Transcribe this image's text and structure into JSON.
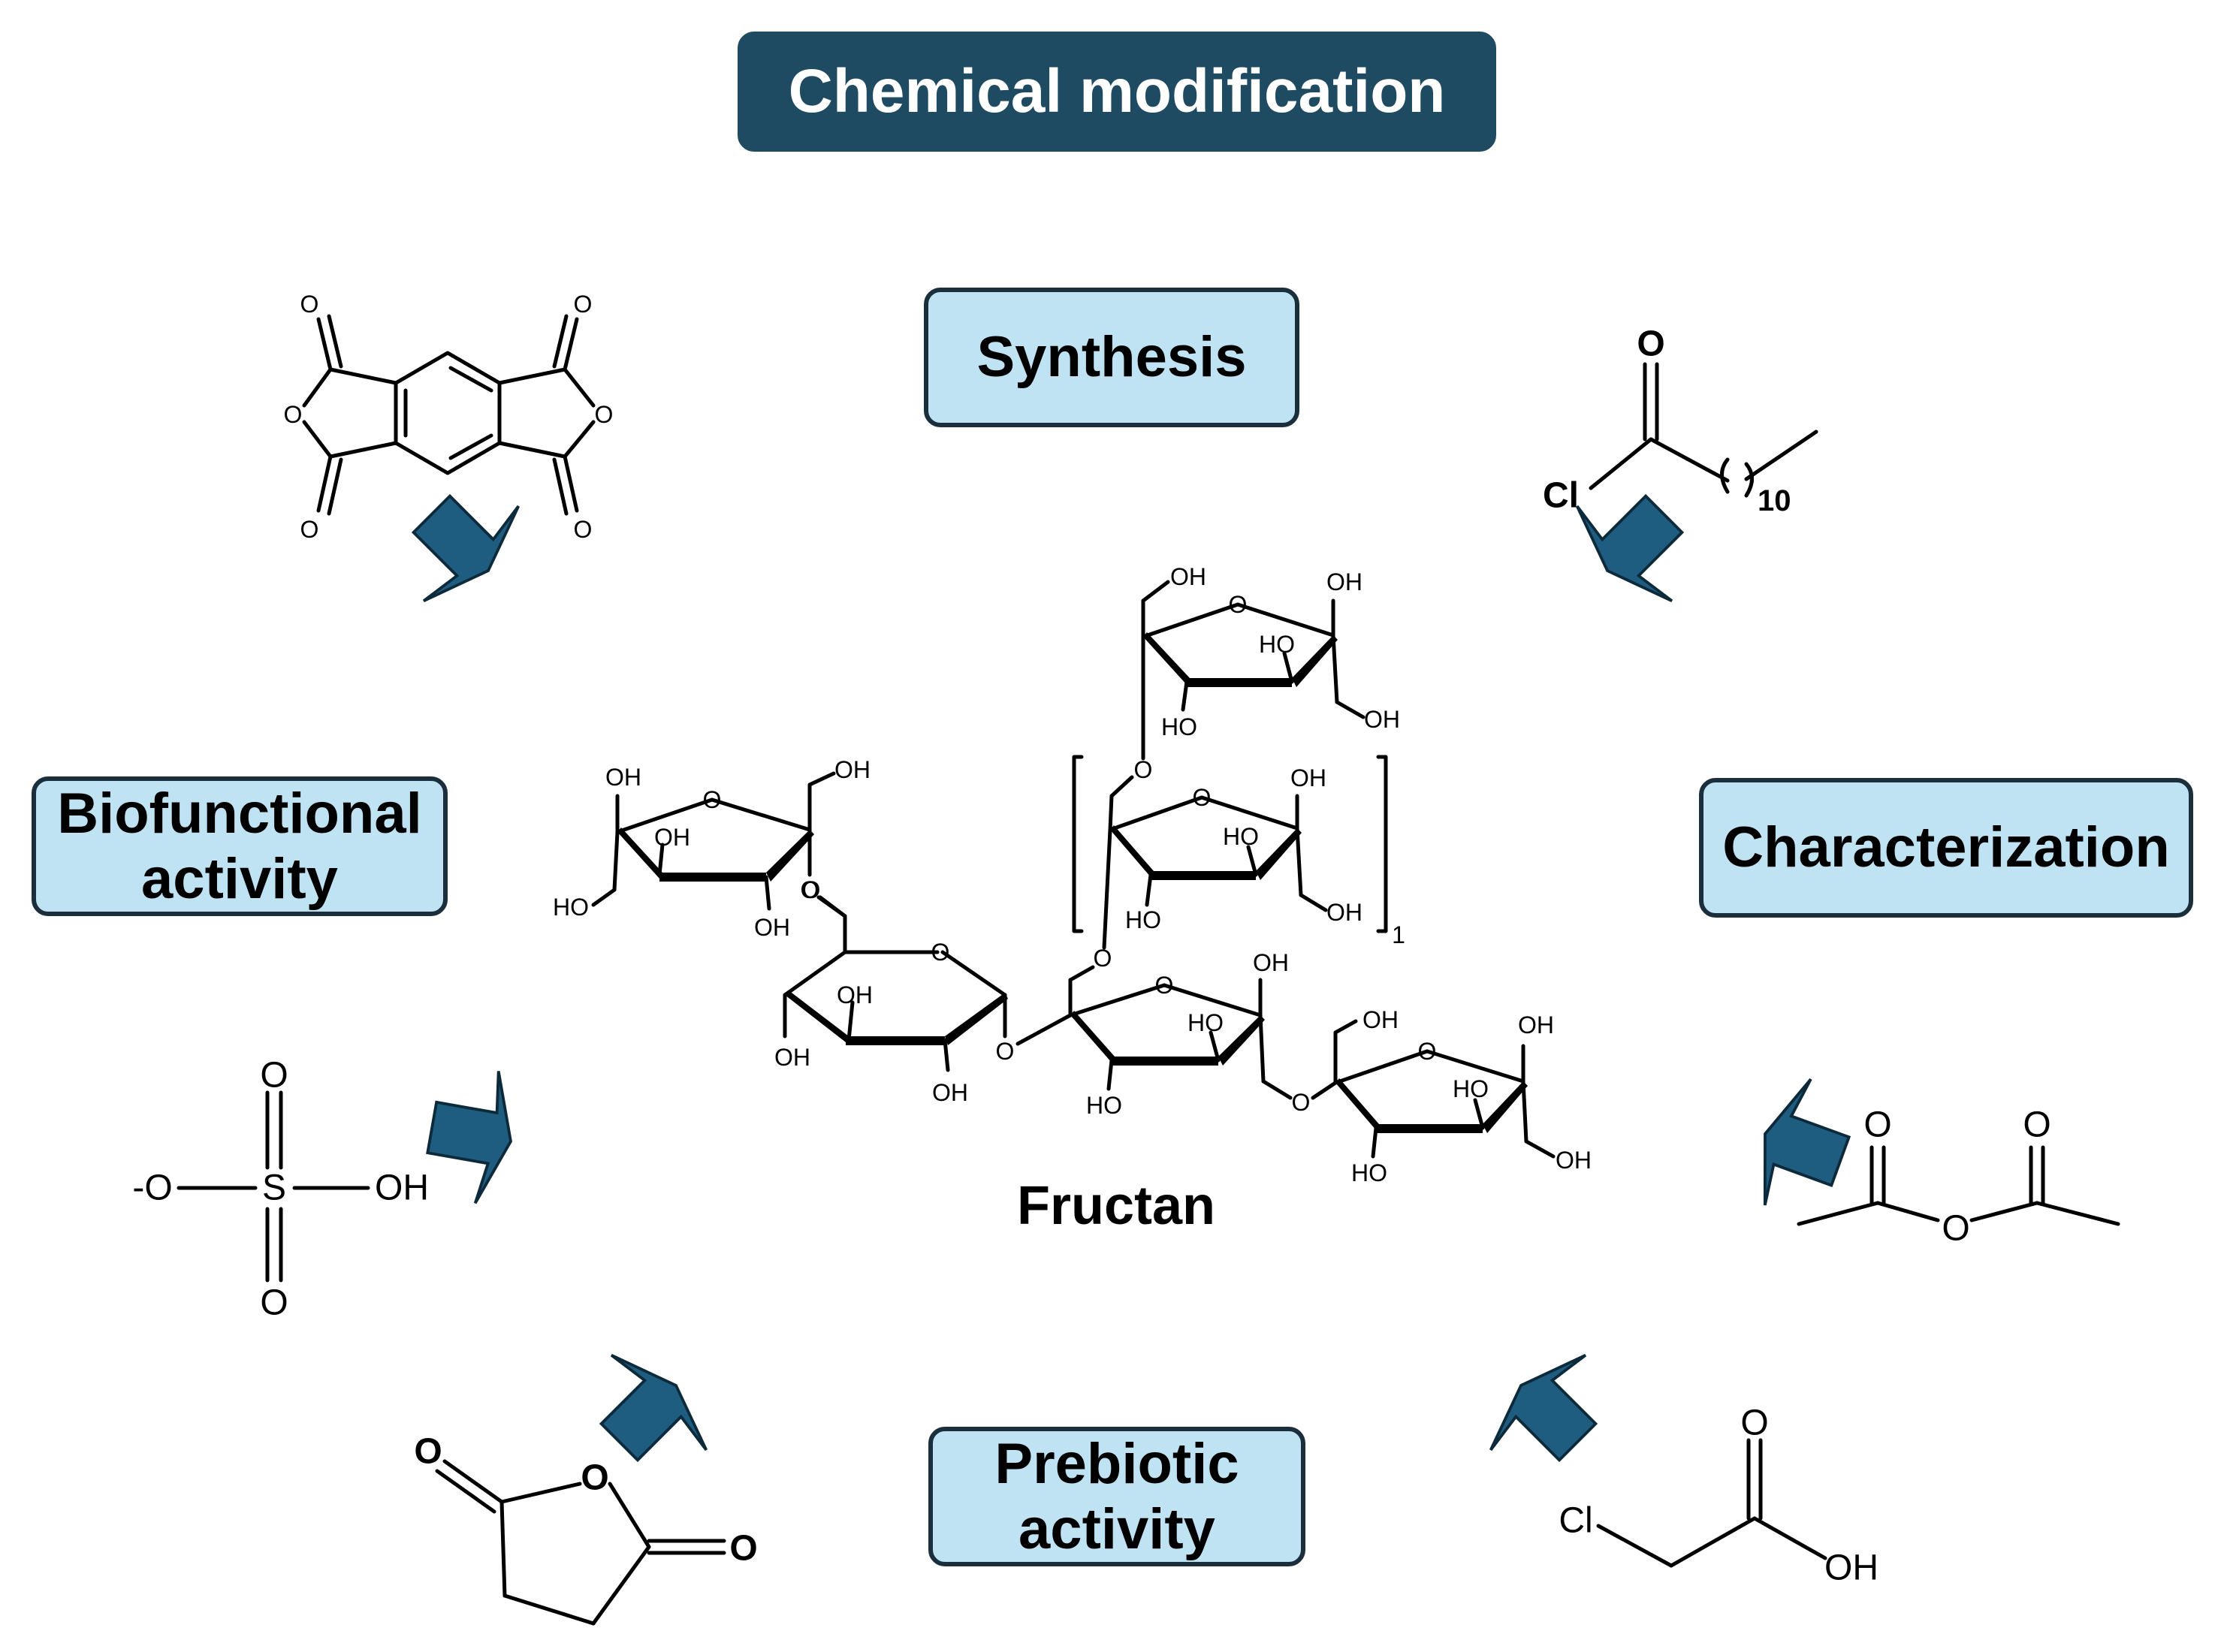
{
  "title": "Chemical modification",
  "labels": {
    "synthesis": "Synthesis",
    "characterization": "Characterization",
    "biofunctional_line1": "Biofunctional",
    "biofunctional_line2": "activity",
    "prebiotic_line1": "Prebiotic",
    "prebiotic_line2": "activity",
    "center": "Fructan"
  },
  "atoms": {
    "O": "O",
    "OH": "OH",
    "HO": "HO",
    "Cl": "Cl",
    "S": "S",
    "Ominus": "-O",
    "sub10": "10",
    "sub1": "1"
  },
  "colors": {
    "title_bg": "#1e4a62",
    "box_bg": "#bfe3f3",
    "arrow": "#1e5c80"
  }
}
